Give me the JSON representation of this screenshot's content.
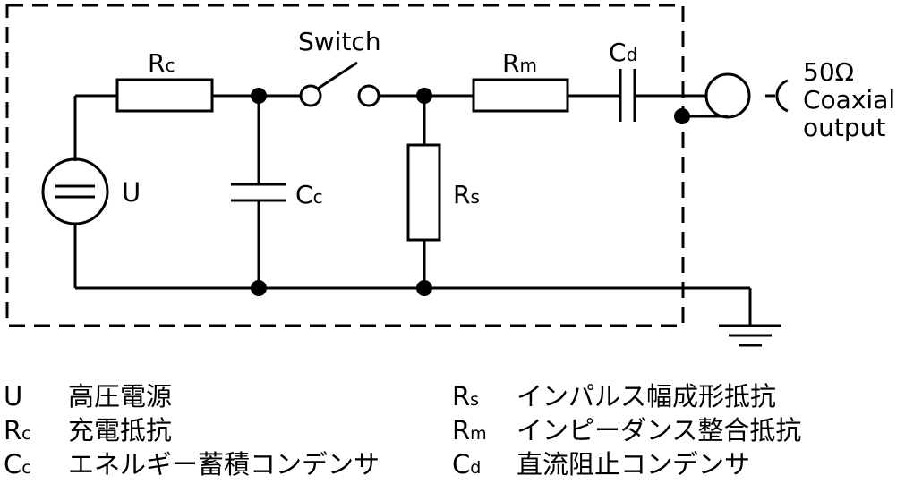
{
  "circuit": {
    "labels": {
      "rc_main": "R",
      "rc_sub": "c",
      "switch": "Switch",
      "rm_main": "R",
      "rm_sub": "m",
      "cd_main": "C",
      "cd_sub": "d",
      "u": "U",
      "cc_main": "C",
      "cc_sub": "c",
      "rs_main": "R",
      "rs_sub": "s",
      "output_line1": "50Ω",
      "output_line2": "Coaxial",
      "output_line3": "output"
    }
  },
  "legend": {
    "left": [
      {
        "sym_main": "U",
        "sym_sub": "",
        "desc": "高圧電源"
      },
      {
        "sym_main": "R",
        "sym_sub": "c",
        "desc": "充電抵抗"
      },
      {
        "sym_main": "C",
        "sym_sub": "c",
        "desc": "エネルギー蓄積コンデンサ"
      }
    ],
    "right": [
      {
        "sym_main": "R",
        "sym_sub": "s",
        "desc": "インパルス幅成形抵抗"
      },
      {
        "sym_main": "R",
        "sym_sub": "m",
        "desc": "インピーダンス整合抵抗"
      },
      {
        "sym_main": "C",
        "sym_sub": "d",
        "desc": "直流阻止コンデンサ"
      }
    ]
  }
}
